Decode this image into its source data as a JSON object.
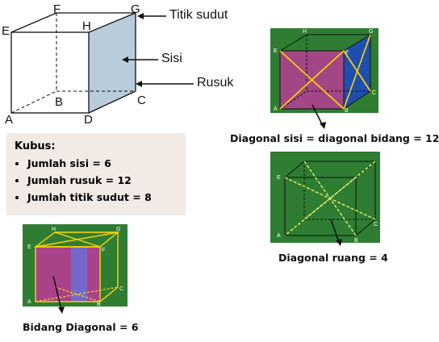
{
  "main_cube": {
    "vertex_labels": {
      "E": "E",
      "F": "F",
      "G": "G",
      "H": "H",
      "A": "A",
      "B": "B",
      "C": "C",
      "D": "D"
    },
    "annotations": {
      "vertex": "Titik sudut",
      "face": "Sisi",
      "edge": "Rusuk"
    }
  },
  "info": {
    "title": "Kubus:",
    "items": [
      "Jumlah sisi = 6",
      "Jumlah rusuk = 12",
      "Jumlah titik sudut = 8"
    ]
  },
  "panels": {
    "face_diagonal": {
      "caption": "Diagonal sisi = diagonal bidang = 12",
      "labels": [
        "H",
        "G",
        "E",
        "F",
        "A",
        "B",
        "C"
      ]
    },
    "space_diagonal": {
      "caption": "Diagonal ruang = 4",
      "labels": [
        "E",
        "A",
        "B",
        "C"
      ]
    },
    "diagonal_plane": {
      "caption": "Bidang Diagonal = 6",
      "labels": [
        "H",
        "G",
        "E",
        "F",
        "A",
        "B",
        "C"
      ]
    }
  },
  "colors": {
    "panel_green": "#2e7d32",
    "face_blue": "#b7c9d8",
    "magenta_face": "#b0408e",
    "yellow_line": "#ffd600"
  }
}
